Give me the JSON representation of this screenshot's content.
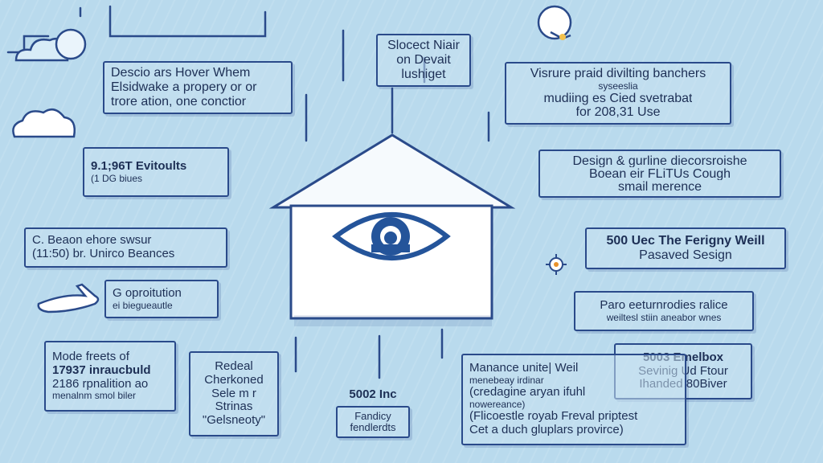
{
  "boxes": {
    "top_center": [
      "Slocect Niair",
      "on Devait",
      "lushiget"
    ],
    "left_1": [
      "Descio ars Hover Whem",
      "Elsidwake a propery or or",
      "trore ation, one conctior"
    ],
    "left_2": [
      "9.1;96T Evitoults",
      "(1 DG biues"
    ],
    "left_3": [
      "C. Beaon ehore swsur",
      "(11:50) br. Unirco Beances"
    ],
    "left_4": [
      "G oproitution",
      "ei biegueautle"
    ],
    "left_5": [
      "Mode freets of",
      "17937 inraucbuld",
      "2186 rpnalition ao",
      "menalnm smol biler"
    ],
    "left_6": [
      "Redeal",
      "Cherkoned",
      "Sele m r",
      "Strinas",
      "\"Gelsneoty\""
    ],
    "center_bottom_title": "5002 Inc",
    "center_bottom": [
      "Fandicy",
      "fendlerdts"
    ],
    "right_1": [
      "Visrure praid divilting banchers",
      "syseeslia",
      "mudiing es Cied svetrabat",
      "for 208,31 Use"
    ],
    "right_2": [
      "Design & gurline diecorsroishe",
      "Boean eir FLiTUs Cough",
      "smail merence"
    ],
    "right_3": [
      "500 Uec The Ferigny Weill",
      "Pasaved Sesign"
    ],
    "right_4": [
      "Paro eeturnrodies ralice",
      "weiltesl stiin aneabor wnes"
    ],
    "right_5": [
      "5003 Emelbox",
      "Sevinig Ud Ftour",
      "Ihanded 80Biver"
    ],
    "right_6": [
      "Manance unite| Weil",
      "menebeay irdinar",
      "(credagine aryan ifuhl",
      "nowereance)",
      "(Flicoestle royab Freval priptest",
      "Cet a duch gluplars provirce)"
    ]
  },
  "icons": [
    "cloud-icon",
    "cloud-magnifier-icon",
    "airplane-icon",
    "eye-icon",
    "house-icon",
    "gear-icon",
    "lightbulb-icon"
  ],
  "colors": {
    "background": "#b9daed",
    "line": "#2a4a8a",
    "eye": "#24549a"
  }
}
